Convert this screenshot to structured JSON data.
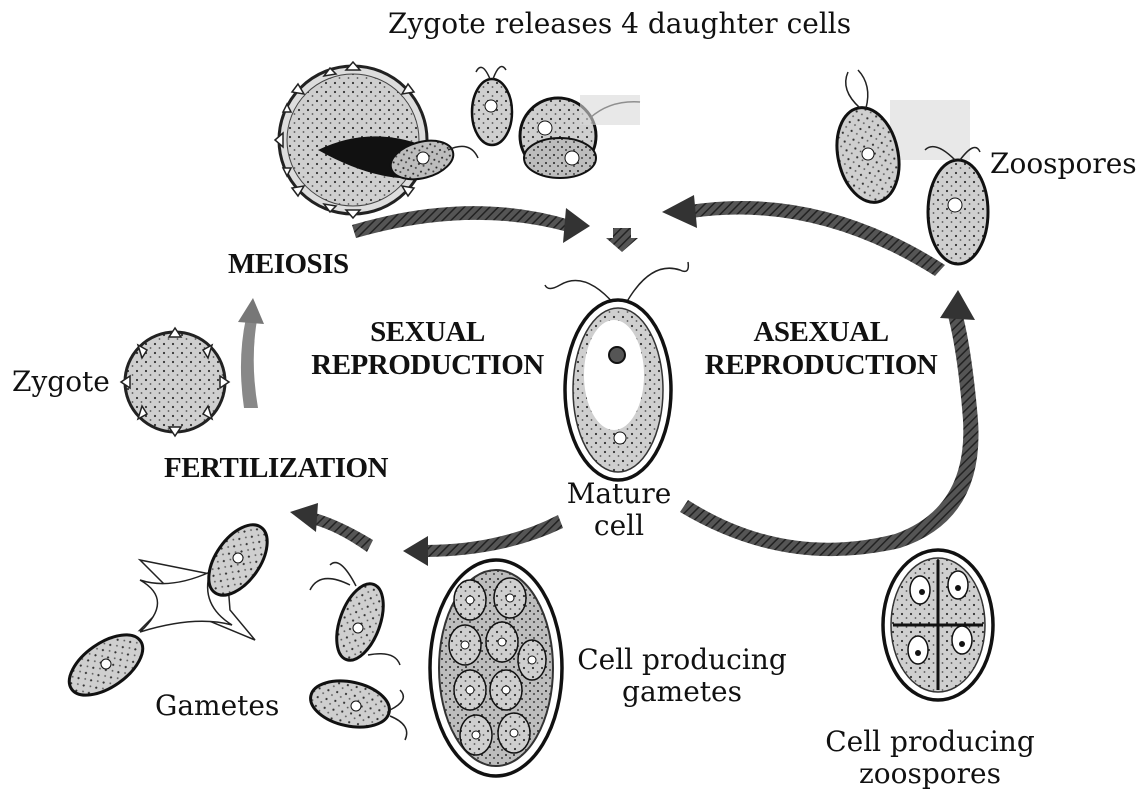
{
  "labels": {
    "top": "Zygote releases 4 daughter cells",
    "zoospores": "Zoospores",
    "meiosis": "MEIOSIS",
    "sexual_line1": "SEXUAL",
    "sexual_line2": "REPRODUCTION",
    "asexual_line1": "ASEXUAL",
    "asexual_line2": "REPRODUCTION",
    "zygote": "Zygote",
    "fertilization": "FERTILIZATION",
    "mature_line1": "Mature",
    "mature_line2": "cell",
    "gametes": "Gametes",
    "cell_gametes_line1": "Cell producing",
    "cell_gametes_line2": "gametes",
    "cell_zoospores_line1": "Cell producing",
    "cell_zoospores_line2": "zoospores"
  }
}
